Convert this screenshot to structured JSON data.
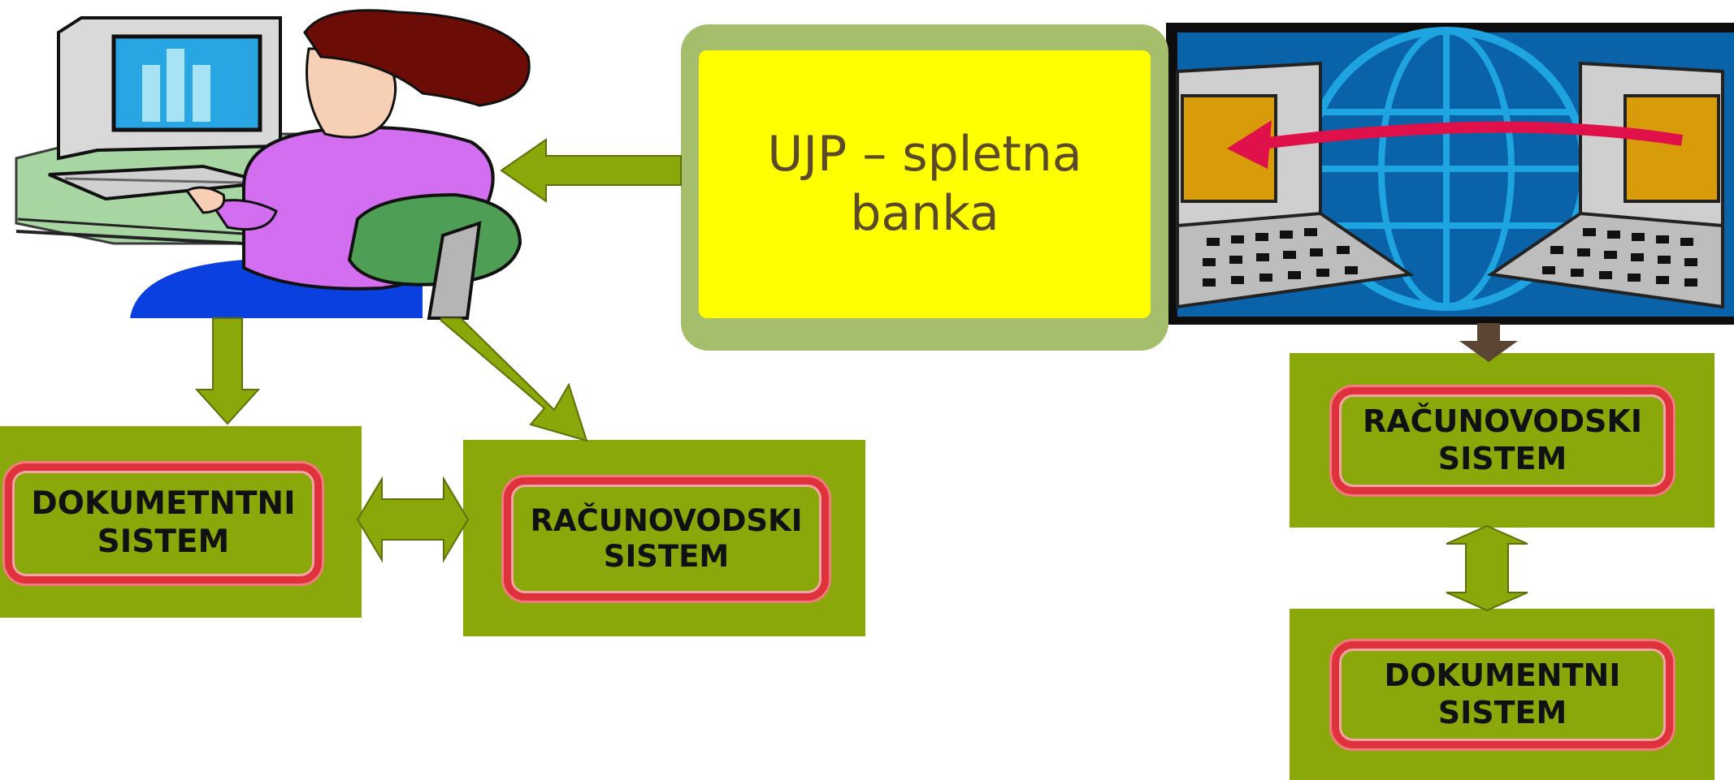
{
  "colors": {
    "box_green": "#8aa80a",
    "arrow_green": "#8aa80a",
    "arrow_brown": "#5a4632",
    "inner_border_red": "#e0323c",
    "bank_yellow": "#ffff00",
    "bank_frame": "#a4be6c",
    "bank_text": "#5a4a28"
  },
  "bank": {
    "line1": "UJP – spletna",
    "line2": "banka"
  },
  "left_document_system": {
    "line1": "DOKUMETNTNI",
    "line2": "SISTEM"
  },
  "left_accounting_system": {
    "line1": "RAČUNOVODSKI",
    "line2": "SISTEM"
  },
  "right_accounting_system": {
    "line1": "RAČUNOVODSKI",
    "line2": "SISTEM"
  },
  "right_document_system": {
    "line1": "DOKUMENTNI",
    "line2": "SISTEM"
  },
  "images": {
    "user": "woman-at-computer-clipart",
    "network": "network-globe-transfer-clipart"
  }
}
